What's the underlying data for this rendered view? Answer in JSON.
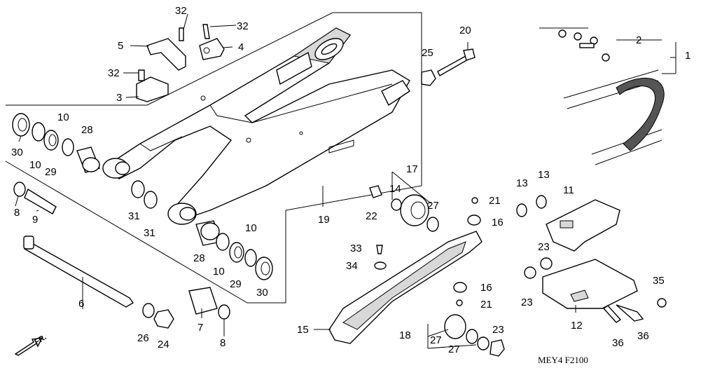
{
  "callouts": {
    "c1": "1",
    "c2": "2",
    "c3": "3",
    "c4": "4",
    "c5": "5",
    "c6": "6",
    "c7": "7",
    "c8a": "8",
    "c8b": "8",
    "c9": "9",
    "c10a": "10",
    "c10b": "10",
    "c10c": "10",
    "c10d": "10",
    "c11": "11",
    "c12": "12",
    "c13a": "13",
    "c13b": "13",
    "c14": "14",
    "c15": "15",
    "c16a": "16",
    "c16b": "16",
    "c17": "17",
    "c18": "18",
    "c19": "19",
    "c20": "20",
    "c21a": "21",
    "c21b": "21",
    "c22": "22",
    "c23a": "23",
    "c23b": "23",
    "c23c": "23",
    "c24": "24",
    "c25": "25",
    "c26": "26",
    "c27a": "27",
    "c27b": "27",
    "c27c": "27",
    "c28a": "28",
    "c28b": "28",
    "c29a": "29",
    "c29b": "29",
    "c30a": "30",
    "c30b": "30",
    "c31a": "31",
    "c31b": "31",
    "c32a": "32",
    "c32b": "32",
    "c32c": "32",
    "c33": "33",
    "c34": "34",
    "c35": "35",
    "c36a": "36",
    "c36b": "36"
  },
  "diagram_code": "MEY4  F2100",
  "front_marker": "FR."
}
